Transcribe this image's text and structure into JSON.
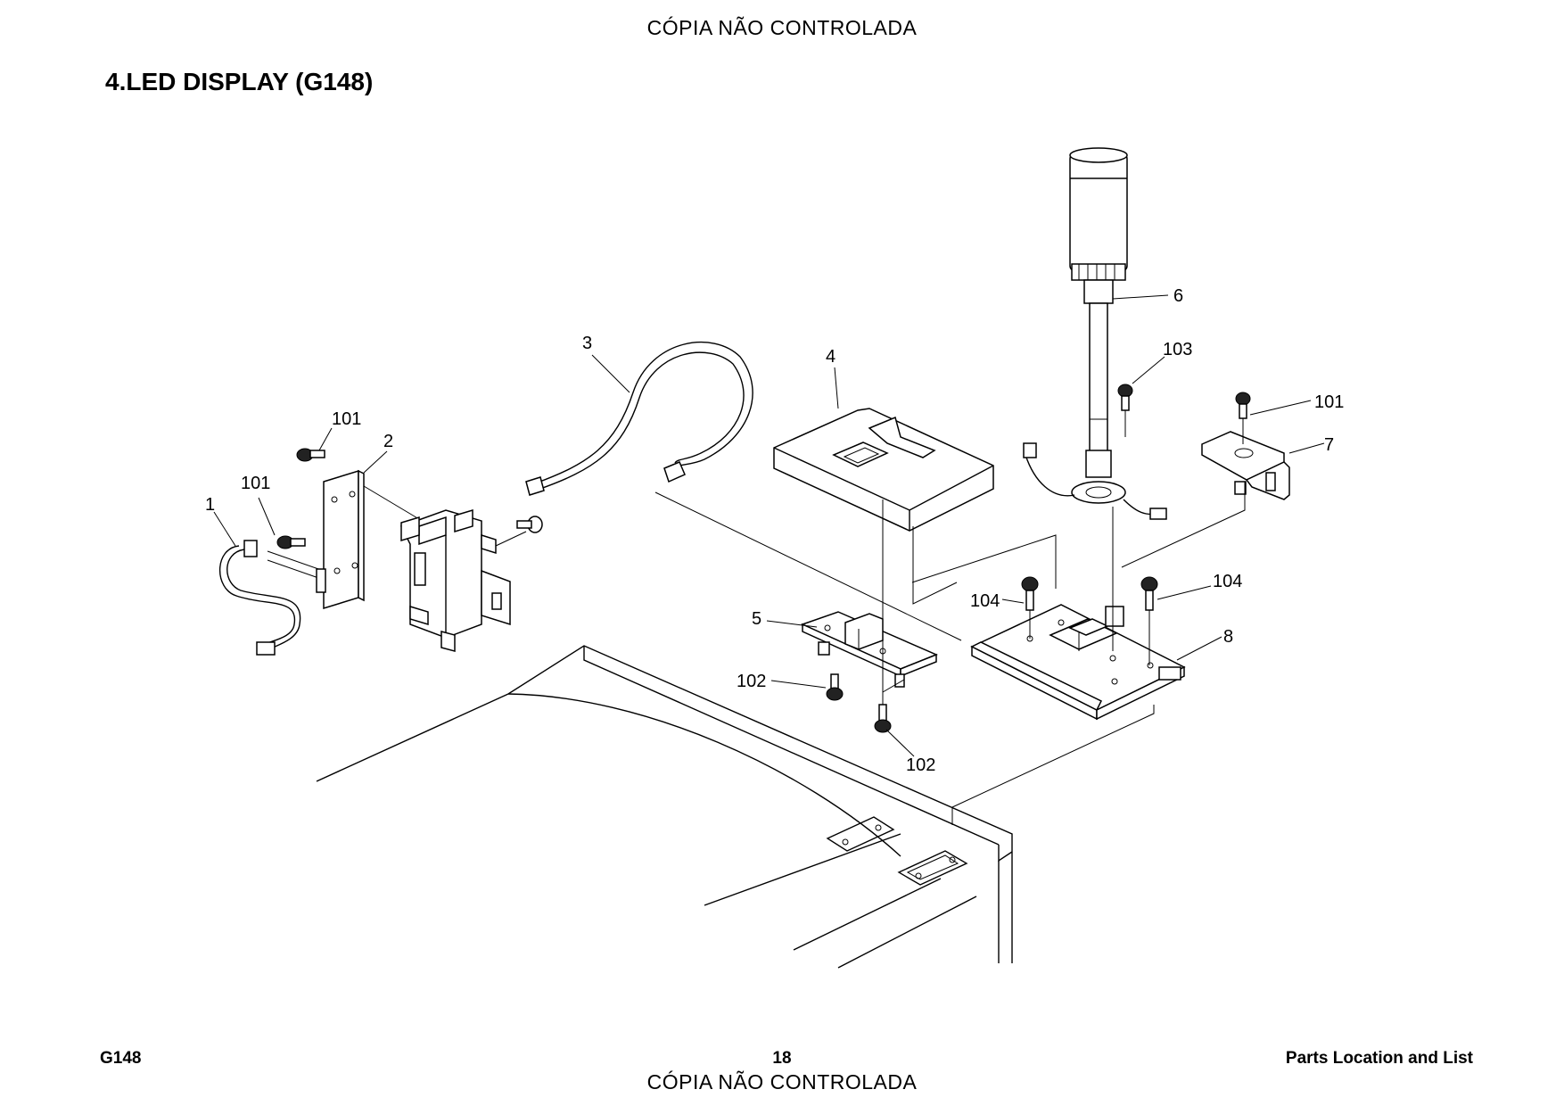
{
  "page": {
    "watermark_top": "CÓPIA NÃO CONTROLADA",
    "watermark_bottom": "CÓPIA NÃO CONTROLADA",
    "title": "4.LED DISPLAY (G148)",
    "footer_left": "G148",
    "footer_page": "18",
    "footer_right": "Parts Location and List"
  },
  "callouts": {
    "c1": "1",
    "c2": "2",
    "c3": "3",
    "c4": "4",
    "c5": "5",
    "c6": "6",
    "c7": "7",
    "c8": "8",
    "c101a": "101",
    "c101b": "101",
    "c101c": "101",
    "c102a": "102",
    "c102b": "102",
    "c103": "103",
    "c104a": "104",
    "c104b": "104"
  }
}
